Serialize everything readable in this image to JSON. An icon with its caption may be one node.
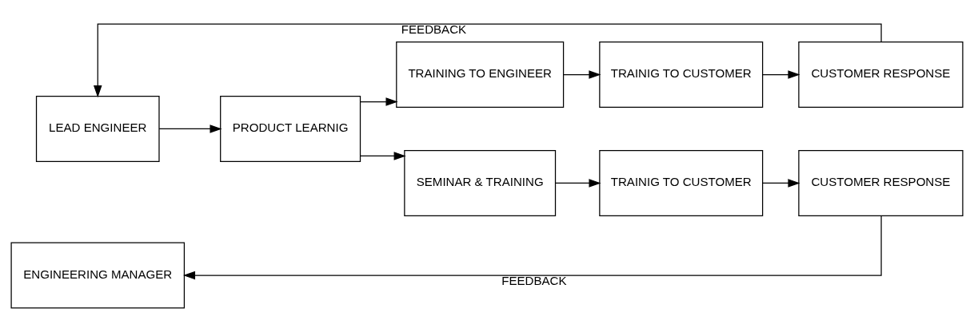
{
  "diagram": {
    "nodes": [
      {
        "text": [
          "LEAD ENGINEER"
        ]
      },
      {
        "text": [
          "PRODUCT LEARNIG"
        ]
      },
      {
        "text": [
          "TRAINING TO ENGINEER"
        ]
      },
      {
        "text": [
          "TRAINIG TO CUSTOMER"
        ]
      },
      {
        "text": [
          "CUSTOMER RESPONSE"
        ]
      },
      {
        "text": [
          "ENGINEERING MANAGER"
        ]
      },
      {
        "text": [
          "SEMINAR & TRAINING"
        ]
      },
      {
        "text": [
          "TRAINIG TO CUSTOMER"
        ]
      },
      {
        "text": [
          "CUSTOMER RESPONSE"
        ]
      }
    ],
    "edges": [
      {
        "from": 0,
        "to": 1,
        "arrow": "to"
      },
      {
        "from": 1,
        "to": 2,
        "arrow": "to"
      },
      {
        "from": 2,
        "to": 3,
        "arrow": "to"
      },
      {
        "from": 3,
        "to": 4,
        "arrow": "to"
      },
      {
        "from": 4,
        "to": 0,
        "arrow": "to",
        "label": "FEEDBACK"
      },
      {
        "from": 1,
        "to": 6,
        "arrow": "to"
      },
      {
        "from": 6,
        "to": 7,
        "arrow": "to"
      },
      {
        "from": 7,
        "to": 8,
        "arrow": "to"
      },
      {
        "from": 8,
        "to": 5,
        "arrow": "to",
        "label": "FEEDBACK"
      }
    ]
  }
}
